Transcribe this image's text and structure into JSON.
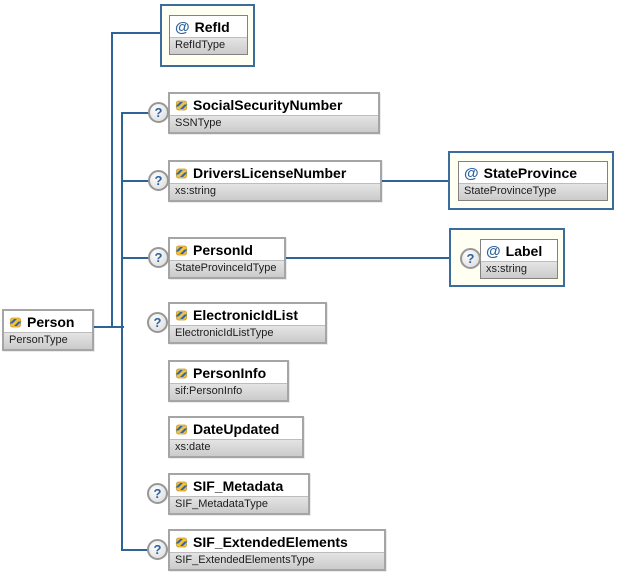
{
  "diagram": {
    "attribute_marker": "@",
    "optional_badge": "?",
    "root": {
      "name": "Person",
      "type": "PersonType"
    },
    "nodes": [
      {
        "name": "RefId",
        "type": "RefIdType",
        "kind": "attribute",
        "optional": false
      },
      {
        "name": "SocialSecurityNumber",
        "type": "SSNType",
        "kind": "element",
        "optional": true
      },
      {
        "name": "DriversLicenseNumber",
        "type": "xs:string",
        "kind": "element",
        "optional": true
      },
      {
        "name": "StateProvince",
        "type": "StateProvinceType",
        "kind": "attribute",
        "optional": false
      },
      {
        "name": "PersonId",
        "type": "StateProvinceIdType",
        "kind": "element",
        "optional": true
      },
      {
        "name": "Label",
        "type": "xs:string",
        "kind": "attribute",
        "optional": true
      },
      {
        "name": "ElectronicIdList",
        "type": "ElectronicIdListType",
        "kind": "element",
        "optional": true
      },
      {
        "name": "PersonInfo",
        "type": "sif:PersonInfo",
        "kind": "element",
        "optional": false
      },
      {
        "name": "DateUpdated",
        "type": "xs:date",
        "kind": "element",
        "optional": false
      },
      {
        "name": "SIF_Metadata",
        "type": "SIF_MetadataType",
        "kind": "element",
        "optional": true
      },
      {
        "name": "SIF_ExtendedElements",
        "type": "SIF_ExtendedElementsType",
        "kind": "element",
        "optional": true
      }
    ],
    "colors": {
      "connector": "#2e6398",
      "attribute_group_bg": "#fffff2",
      "attribute_group_border": "#3a6c9e",
      "optional_badge_text": "#2e639c",
      "subtitle_band": "#d6d6d6",
      "element_icon_yellow": "#f2c23e",
      "element_icon_blue": "#3166ad"
    }
  }
}
